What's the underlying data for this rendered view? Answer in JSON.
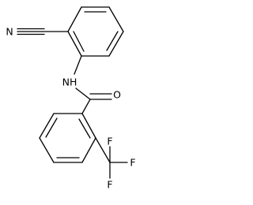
{
  "molecule": {
    "atom_labels": {
      "nitrile_n": "N",
      "amide_nh": "NH",
      "carbonyl_o": "O",
      "fluorine_1": "F",
      "fluorine_2": "F",
      "fluorine_3": "F"
    },
    "bond_color": "#000000",
    "background": "#ffffff"
  }
}
